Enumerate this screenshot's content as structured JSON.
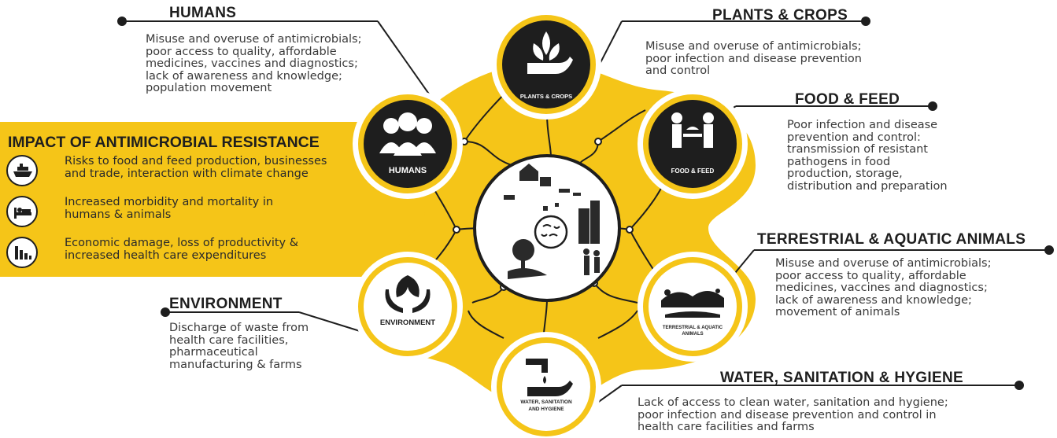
{
  "colors": {
    "accent": "#F5C518",
    "ink": "#1e1e1e",
    "text": "#3a3a3a"
  },
  "impact": {
    "title": "IMPACT OF ANTIMICROBIAL RESISTANCE",
    "items": [
      {
        "icon": "cargo-ship-icon",
        "text": "Risks to food and feed production, businesses\nand trade, interaction with climate change"
      },
      {
        "icon": "hospital-bed-icon",
        "text": "Increased morbidity and mortality in\nhumans & animals"
      },
      {
        "icon": "declining-bar-chart-icon",
        "text": "Economic damage, loss of productivity &\nincreased health care expenditures"
      }
    ]
  },
  "sectors": {
    "humans": {
      "title": "HUMANS",
      "label": "HUMANS",
      "icon": "people-group-icon",
      "description": "Misuse and overuse of antimicrobials;\npoor access to quality, affordable\nmedicines, vaccines and diagnostics;\nlack of awareness and knowledge;\npopulation movement"
    },
    "plants": {
      "title": "PLANTS & CROPS",
      "label": "PLANTS & CROPS",
      "icon": "plant-in-hand-icon",
      "description": "Misuse and overuse of antimicrobials;\npoor infection and disease prevention\nand control"
    },
    "food": {
      "title": "FOOD & FEED",
      "label": "FOOD & FEED",
      "icon": "food-exchange-icon",
      "description": "Poor infection and disease\nprevention and control:\ntransmission of resistant\npathogens in food\nproduction, storage,\ndistribution and preparation"
    },
    "animals": {
      "title": "TERRESTRIAL & AQUATIC ANIMALS",
      "label_line1": "TERRESTRIAL & AQUATIC",
      "label_line2": "ANIMALS",
      "icon": "animals-landscape-icon",
      "description": "Misuse and overuse of antimicrobials;\npoor access to quality, affordable\nmedicines, vaccines and diagnostics;\nlack of awareness and knowledge;\nmovement of animals"
    },
    "environment": {
      "title": "ENVIRONMENT",
      "label": "ENVIRONMENT",
      "icon": "leaf-in-hands-icon",
      "description": "Discharge of waste from\nhealth care facilities,\npharmaceutical\nmanufacturing & farms"
    },
    "water": {
      "title": "WATER, SANITATION & HYGIENE",
      "label_line1": "WATER, SANITATION",
      "label_line2": "AND HYGIENE",
      "icon": "tap-and-hand-icon",
      "description": "Lack of access to clean water, sanitation and hygiene;\npoor infection and disease prevention and control in\nhealth care facilities and farms"
    }
  }
}
